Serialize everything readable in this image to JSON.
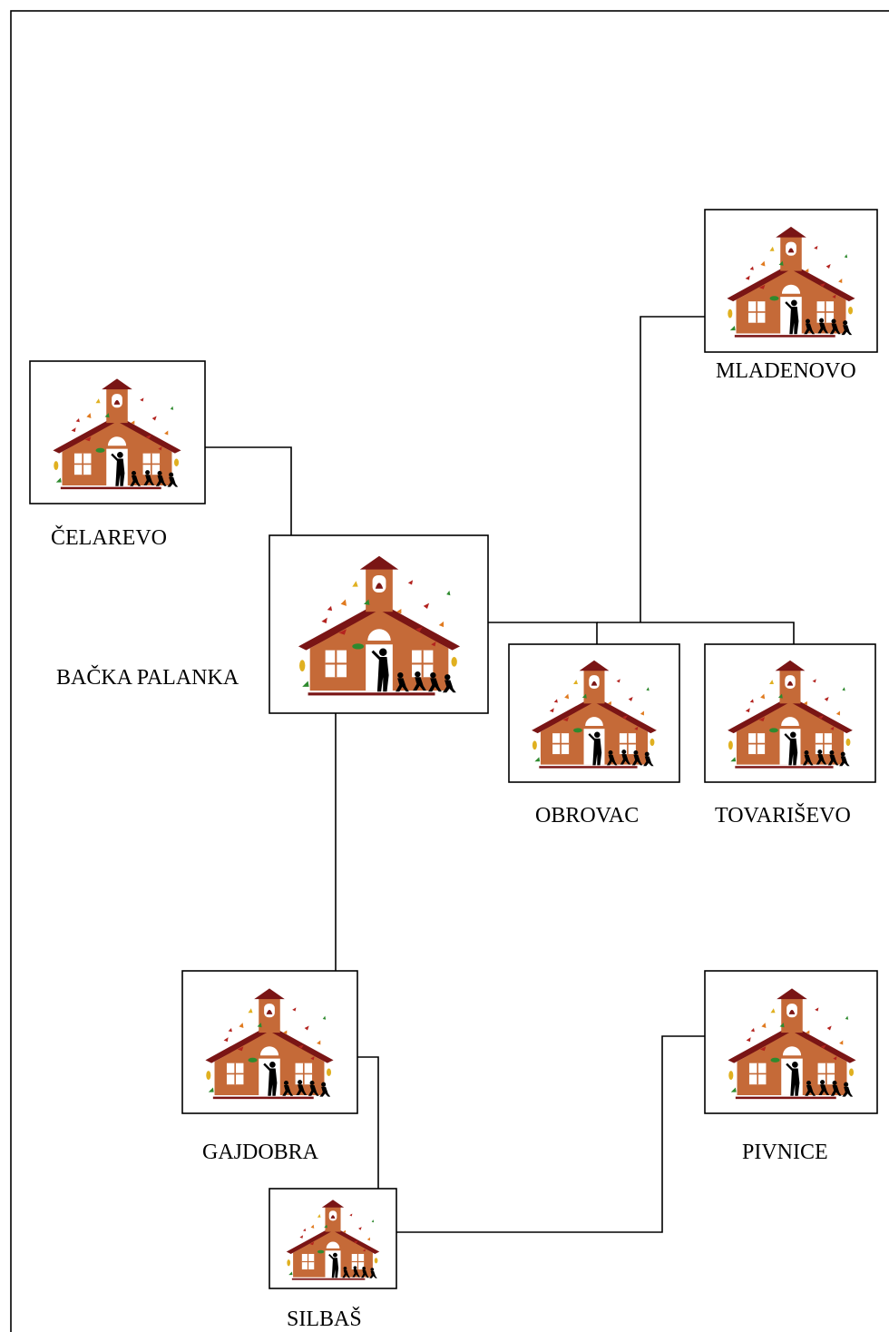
{
  "diagram": {
    "type": "network-map",
    "colors": {
      "line": "#000000",
      "school_wall": "#C56A38",
      "school_roof": "#7A1515",
      "window_frame": "#ffffff",
      "silhouette": "#000000",
      "leaf_red": "#B3231F",
      "leaf_orange": "#E07A1F",
      "leaf_yellow": "#E0B020",
      "leaf_green": "#2E8A2E"
    },
    "nodes": [
      {
        "id": "celarevo",
        "label": "ČELAREVO",
        "icon": "school-house-icon"
      },
      {
        "id": "backa-palanka",
        "label": "BAČKA PALANKA",
        "icon": "school-house-icon"
      },
      {
        "id": "mladenovo",
        "label": "MLADENOVO",
        "icon": "school-house-icon"
      },
      {
        "id": "obrovac",
        "label": "OBROVAC",
        "icon": "school-house-icon"
      },
      {
        "id": "tovarisevo",
        "label": "TOVARIŠEVO",
        "icon": "school-house-icon"
      },
      {
        "id": "gajdobra",
        "label": "GAJDOBRA",
        "icon": "school-house-icon"
      },
      {
        "id": "pivnice",
        "label": "PIVNICE",
        "icon": "school-house-icon"
      },
      {
        "id": "silbas",
        "label": "SILBAŠ",
        "icon": "school-house-icon"
      }
    ],
    "edges": [
      {
        "from": "celarevo",
        "to": "backa-palanka"
      },
      {
        "from": "backa-palanka",
        "to": "obrovac"
      },
      {
        "from": "backa-palanka",
        "to": "tovarisevo"
      },
      {
        "from": "backa-palanka",
        "to": "mladenovo"
      },
      {
        "from": "backa-palanka",
        "to": "gajdobra"
      },
      {
        "from": "gajdobra",
        "to": "silbas"
      },
      {
        "from": "silbas",
        "to": "pivnice"
      }
    ]
  }
}
